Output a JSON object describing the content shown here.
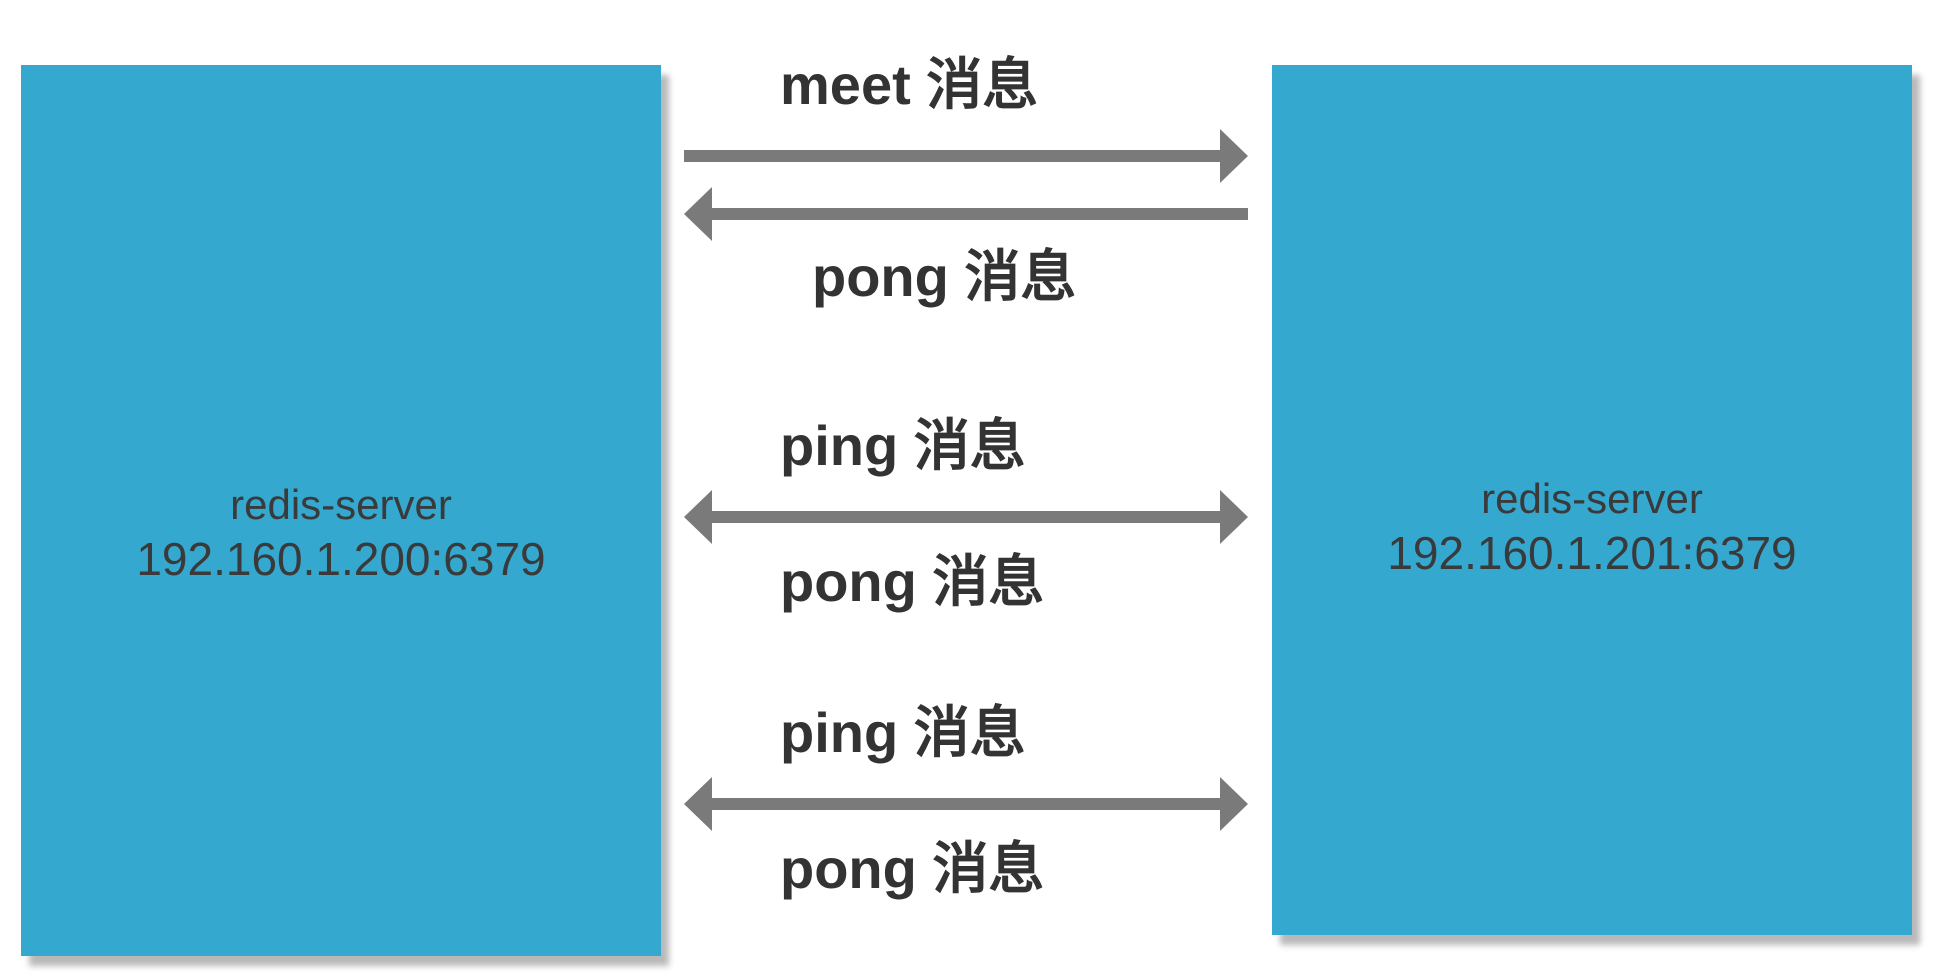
{
  "colors": {
    "server_fill": "#35a8d0",
    "arrow": "#7a7a7a",
    "text": "#333333"
  },
  "servers": {
    "left": {
      "name": "redis-server",
      "address": "192.160.1.200:6379"
    },
    "right": {
      "name": "redis-server",
      "address": "192.160.1.201:6379"
    }
  },
  "messages": {
    "meet": "meet 消息",
    "pong_1": "pong 消息",
    "ping_1": "ping 消息",
    "pong_2": "pong 消息",
    "ping_2": "ping 消息",
    "pong_3": "pong 消息"
  },
  "arrows": [
    {
      "id": "meet",
      "direction": "right"
    },
    {
      "id": "pong-reply",
      "direction": "left"
    },
    {
      "id": "ping-pong-1",
      "direction": "both"
    },
    {
      "id": "ping-pong-2",
      "direction": "both"
    }
  ]
}
